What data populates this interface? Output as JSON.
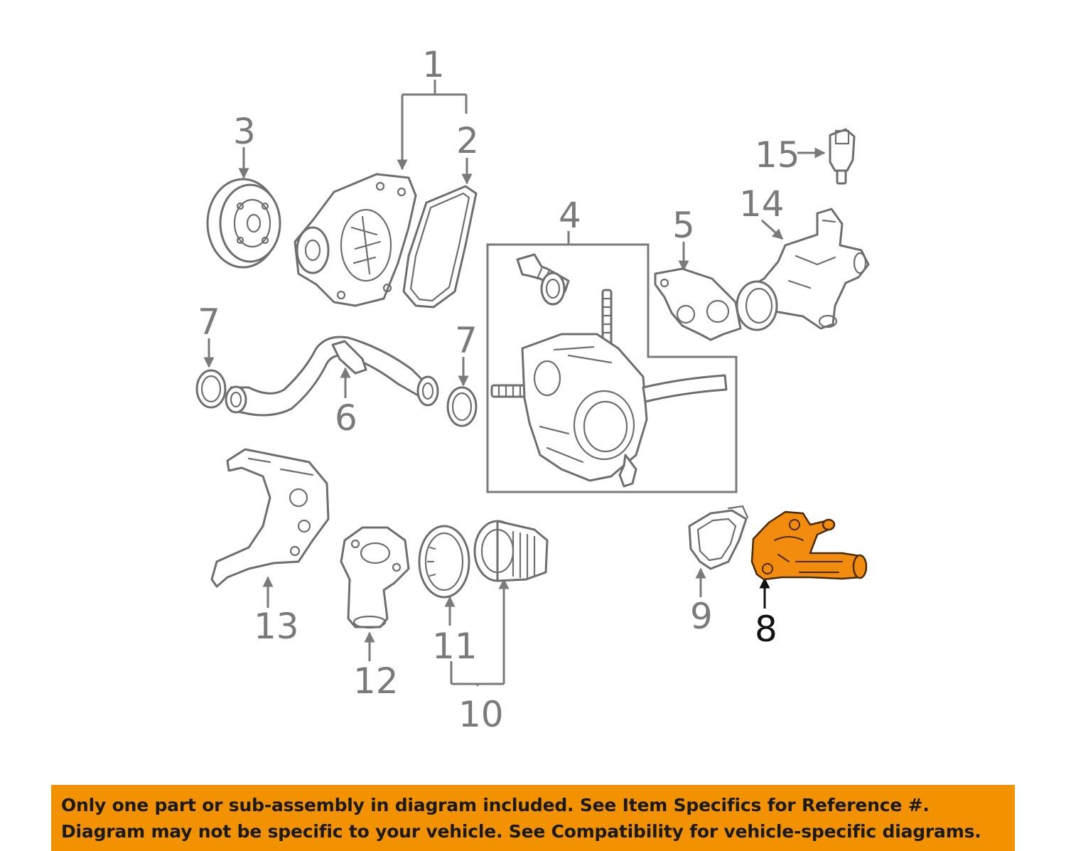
{
  "diagram": {
    "callouts": [
      {
        "id": "1",
        "text": "1",
        "highlighted": false
      },
      {
        "id": "2",
        "text": "2",
        "highlighted": false
      },
      {
        "id": "3",
        "text": "3",
        "highlighted": false
      },
      {
        "id": "4",
        "text": "4",
        "highlighted": false
      },
      {
        "id": "5",
        "text": "5",
        "highlighted": false
      },
      {
        "id": "6",
        "text": "6",
        "highlighted": false
      },
      {
        "id": "7a",
        "text": "7",
        "highlighted": false
      },
      {
        "id": "7b",
        "text": "7",
        "highlighted": false
      },
      {
        "id": "8",
        "text": "8",
        "highlighted": true
      },
      {
        "id": "9",
        "text": "9",
        "highlighted": false
      },
      {
        "id": "10",
        "text": "10",
        "highlighted": false
      },
      {
        "id": "11",
        "text": "11",
        "highlighted": false
      },
      {
        "id": "12",
        "text": "12",
        "highlighted": false
      },
      {
        "id": "13",
        "text": "13",
        "highlighted": false
      },
      {
        "id": "14",
        "text": "14",
        "highlighted": false
      },
      {
        "id": "15",
        "text": "15",
        "highlighted": false
      }
    ],
    "colors": {
      "line": "#7a7a7a",
      "highlight_fill": "#f28c0f",
      "banner_bg": "#f39200"
    }
  },
  "banner": {
    "line1": "Only one part or sub-assembly in diagram included. See Item Specifics for Reference #.",
    "line2": "Diagram may not be specific to your vehicle. See Compatibility for vehicle-specific diagrams."
  }
}
